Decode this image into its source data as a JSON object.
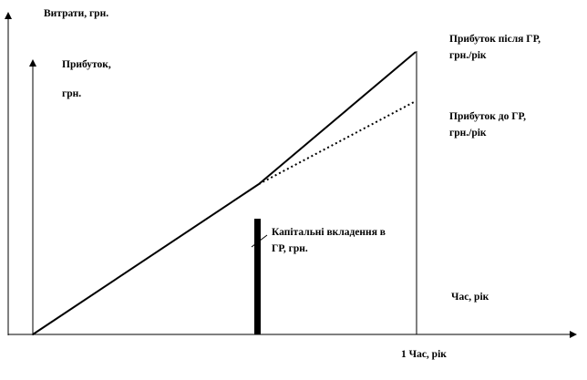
{
  "diagram": {
    "y_axis_outer_label": "Витрати, грн.",
    "y_axis_inner_label_line1": "Прибуток,",
    "y_axis_inner_label_line2": "грн.",
    "profit_after_label_line1": "Прибуток після ГР,",
    "profit_after_label_line2": "грн./рік",
    "profit_before_label_line1": "Прибуток до ГР,",
    "profit_before_label_line2": "грн./рік",
    "investment_label_line1": "Капітальні вкладення в",
    "investment_label_line2": "ГР, грн.",
    "time_label_right": "Час, рік",
    "time_label_bottom": "1 Час, рік"
  },
  "colors": {
    "ink": "#000000",
    "background": "#ffffff"
  }
}
